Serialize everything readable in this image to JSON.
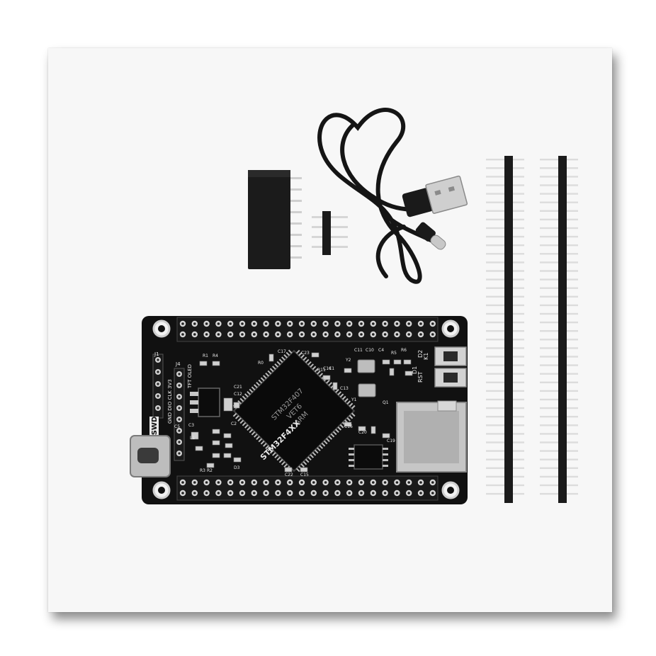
{
  "product": {
    "board_name": "STM32F4XX",
    "mcu_marking": [
      "STM32F407",
      "VET6",
      "ARM"
    ],
    "silk_labels": {
      "swd_header": "SWD",
      "swd_pins": "GND DIO CLK 3V3",
      "tft_header": "TFT OLED",
      "rst": "RST",
      "k1": "K1",
      "d1": "D1",
      "d2": "D2",
      "j1": "J1",
      "j4": "J4"
    },
    "component_refs": [
      "C17",
      "C23",
      "C11",
      "C10",
      "C4",
      "R5",
      "R6",
      "R4",
      "C3",
      "C2",
      "C5",
      "C12",
      "C21",
      "C22",
      "C15",
      "C20",
      "C16",
      "C19",
      "Q1",
      "Y2",
      "Y1",
      "R0",
      "R11",
      "R1",
      "R2",
      "R3",
      "D3",
      "L1",
      "C13",
      "C14",
      "C1"
    ]
  },
  "colors": {
    "background": "#f7f7f7",
    "pcb": "#111111",
    "silkscreen": "#e8e8e8",
    "pin_metal": "#d9d9d9",
    "plastic": "#1b1b1b"
  },
  "items": [
    {
      "name": "stm32-dev-board"
    },
    {
      "name": "female-header-8pin"
    },
    {
      "name": "male-header-4pin"
    },
    {
      "name": "usb-a-to-usb-c-cable"
    },
    {
      "name": "male-pin-header-strip-1"
    },
    {
      "name": "male-pin-header-strip-2"
    }
  ]
}
